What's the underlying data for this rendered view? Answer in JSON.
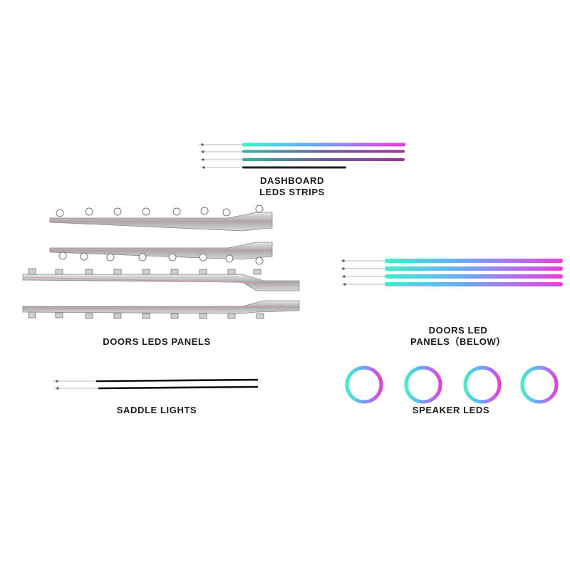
{
  "labels": {
    "dashboard_line1": "DASHBOARD",
    "dashboard_line2": "LEDS STRIPS",
    "doors_panels": "DOORS LEDS PANELS",
    "doors_below_line1": "DOORS LED",
    "doors_below_line2": "PANELS（BELOW）",
    "saddle": "SADDLE LIGHTS",
    "speaker": "SPEAKER LEDS"
  },
  "colors": {
    "rgb_start": "#3ef0c8",
    "rgb_mid": "#6aa8ff",
    "rgb_end": "#e83fd6",
    "panel_chrome": "#bfbfbf",
    "cable_black": "#111111",
    "text": "#1a1a1a"
  }
}
